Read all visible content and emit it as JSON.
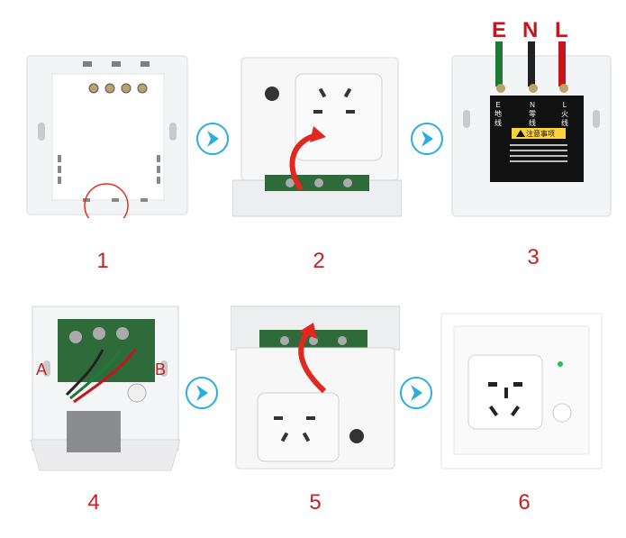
{
  "steps": [
    "1",
    "2",
    "3",
    "4",
    "5",
    "6"
  ],
  "wires": {
    "e": "E",
    "n": "N",
    "l": "L"
  },
  "terminal_labels": {
    "e_top": "E",
    "e_sub1": "地",
    "e_sub2": "线",
    "n_top": "N",
    "n_sub1": "零",
    "n_sub2": "线",
    "l_top": "L",
    "l_sub1": "火",
    "l_sub2": "线"
  },
  "notice": {
    "title": "注意事项"
  },
  "connectors": {
    "a": "A",
    "b": "B"
  },
  "colors": {
    "accent": "#2aaee0",
    "step_number": "#cc1e1e",
    "earth_wire": "#1e7a36",
    "neutral_wire": "#222222",
    "live_wire": "#c4161c",
    "led": "#22c44a"
  },
  "icons": [
    "next-arrow-icon",
    "rotate-arrow-icon",
    "socket-icon",
    "led-indicator-icon"
  ]
}
